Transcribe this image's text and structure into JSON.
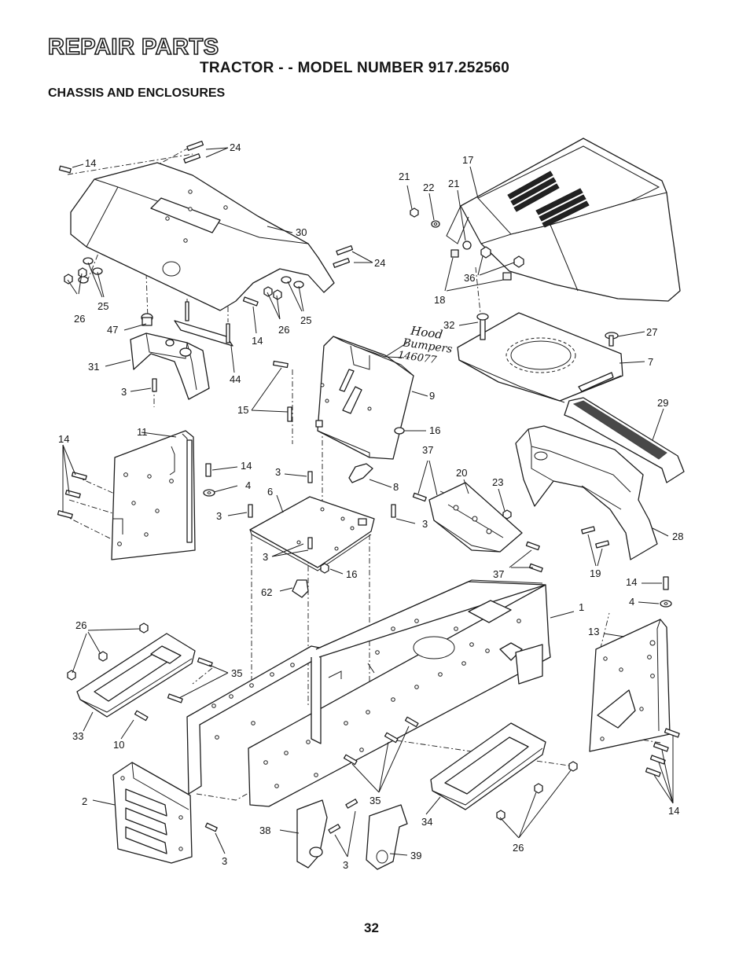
{
  "header": {
    "title": "REPAIR PARTS",
    "subtitle": "TRACTOR - - MODEL NUMBER 917.252560",
    "section": "CHASSIS AND ENCLOSURES"
  },
  "handwritten_note": {
    "line1": "Hood",
    "line2": "Bumpers",
    "line3": "146077"
  },
  "callouts": {
    "c14a": "14",
    "c24a": "24",
    "c30": "30",
    "c24b": "24",
    "c26a": "26",
    "c25a": "25",
    "c47": "47",
    "c14b": "14",
    "c26b": "26",
    "c25b": "25",
    "c31": "31",
    "c44": "44",
    "c3a": "3",
    "c21a": "21",
    "c22": "22",
    "c21b": "21",
    "c17": "17",
    "c36": "36",
    "c18": "18",
    "c32": "32",
    "c27": "27",
    "c7": "7",
    "c9": "9",
    "c15": "15",
    "c16a": "16",
    "c29": "29",
    "c11": "11",
    "c14c": "14",
    "c14d": "14",
    "c4a": "4",
    "c3b": "3",
    "c6": "6",
    "c8": "8",
    "c3c": "3",
    "c3d": "3",
    "c37a": "37",
    "c20": "20",
    "c23": "23",
    "c28": "28",
    "c19": "19",
    "c37b": "37",
    "c3e": "3",
    "c16b": "16",
    "c62": "62",
    "c14e": "14",
    "c4b": "4",
    "c1": "1",
    "c13": "13",
    "c26c": "26",
    "c35a": "35",
    "c33": "33",
    "c10": "10",
    "c2": "2",
    "c3f": "3",
    "c35b": "35",
    "c34": "34",
    "c26d": "26",
    "c38": "38",
    "c3g": "3",
    "c39": "39",
    "c14f": "14"
  },
  "footer": {
    "page_number": "32"
  }
}
